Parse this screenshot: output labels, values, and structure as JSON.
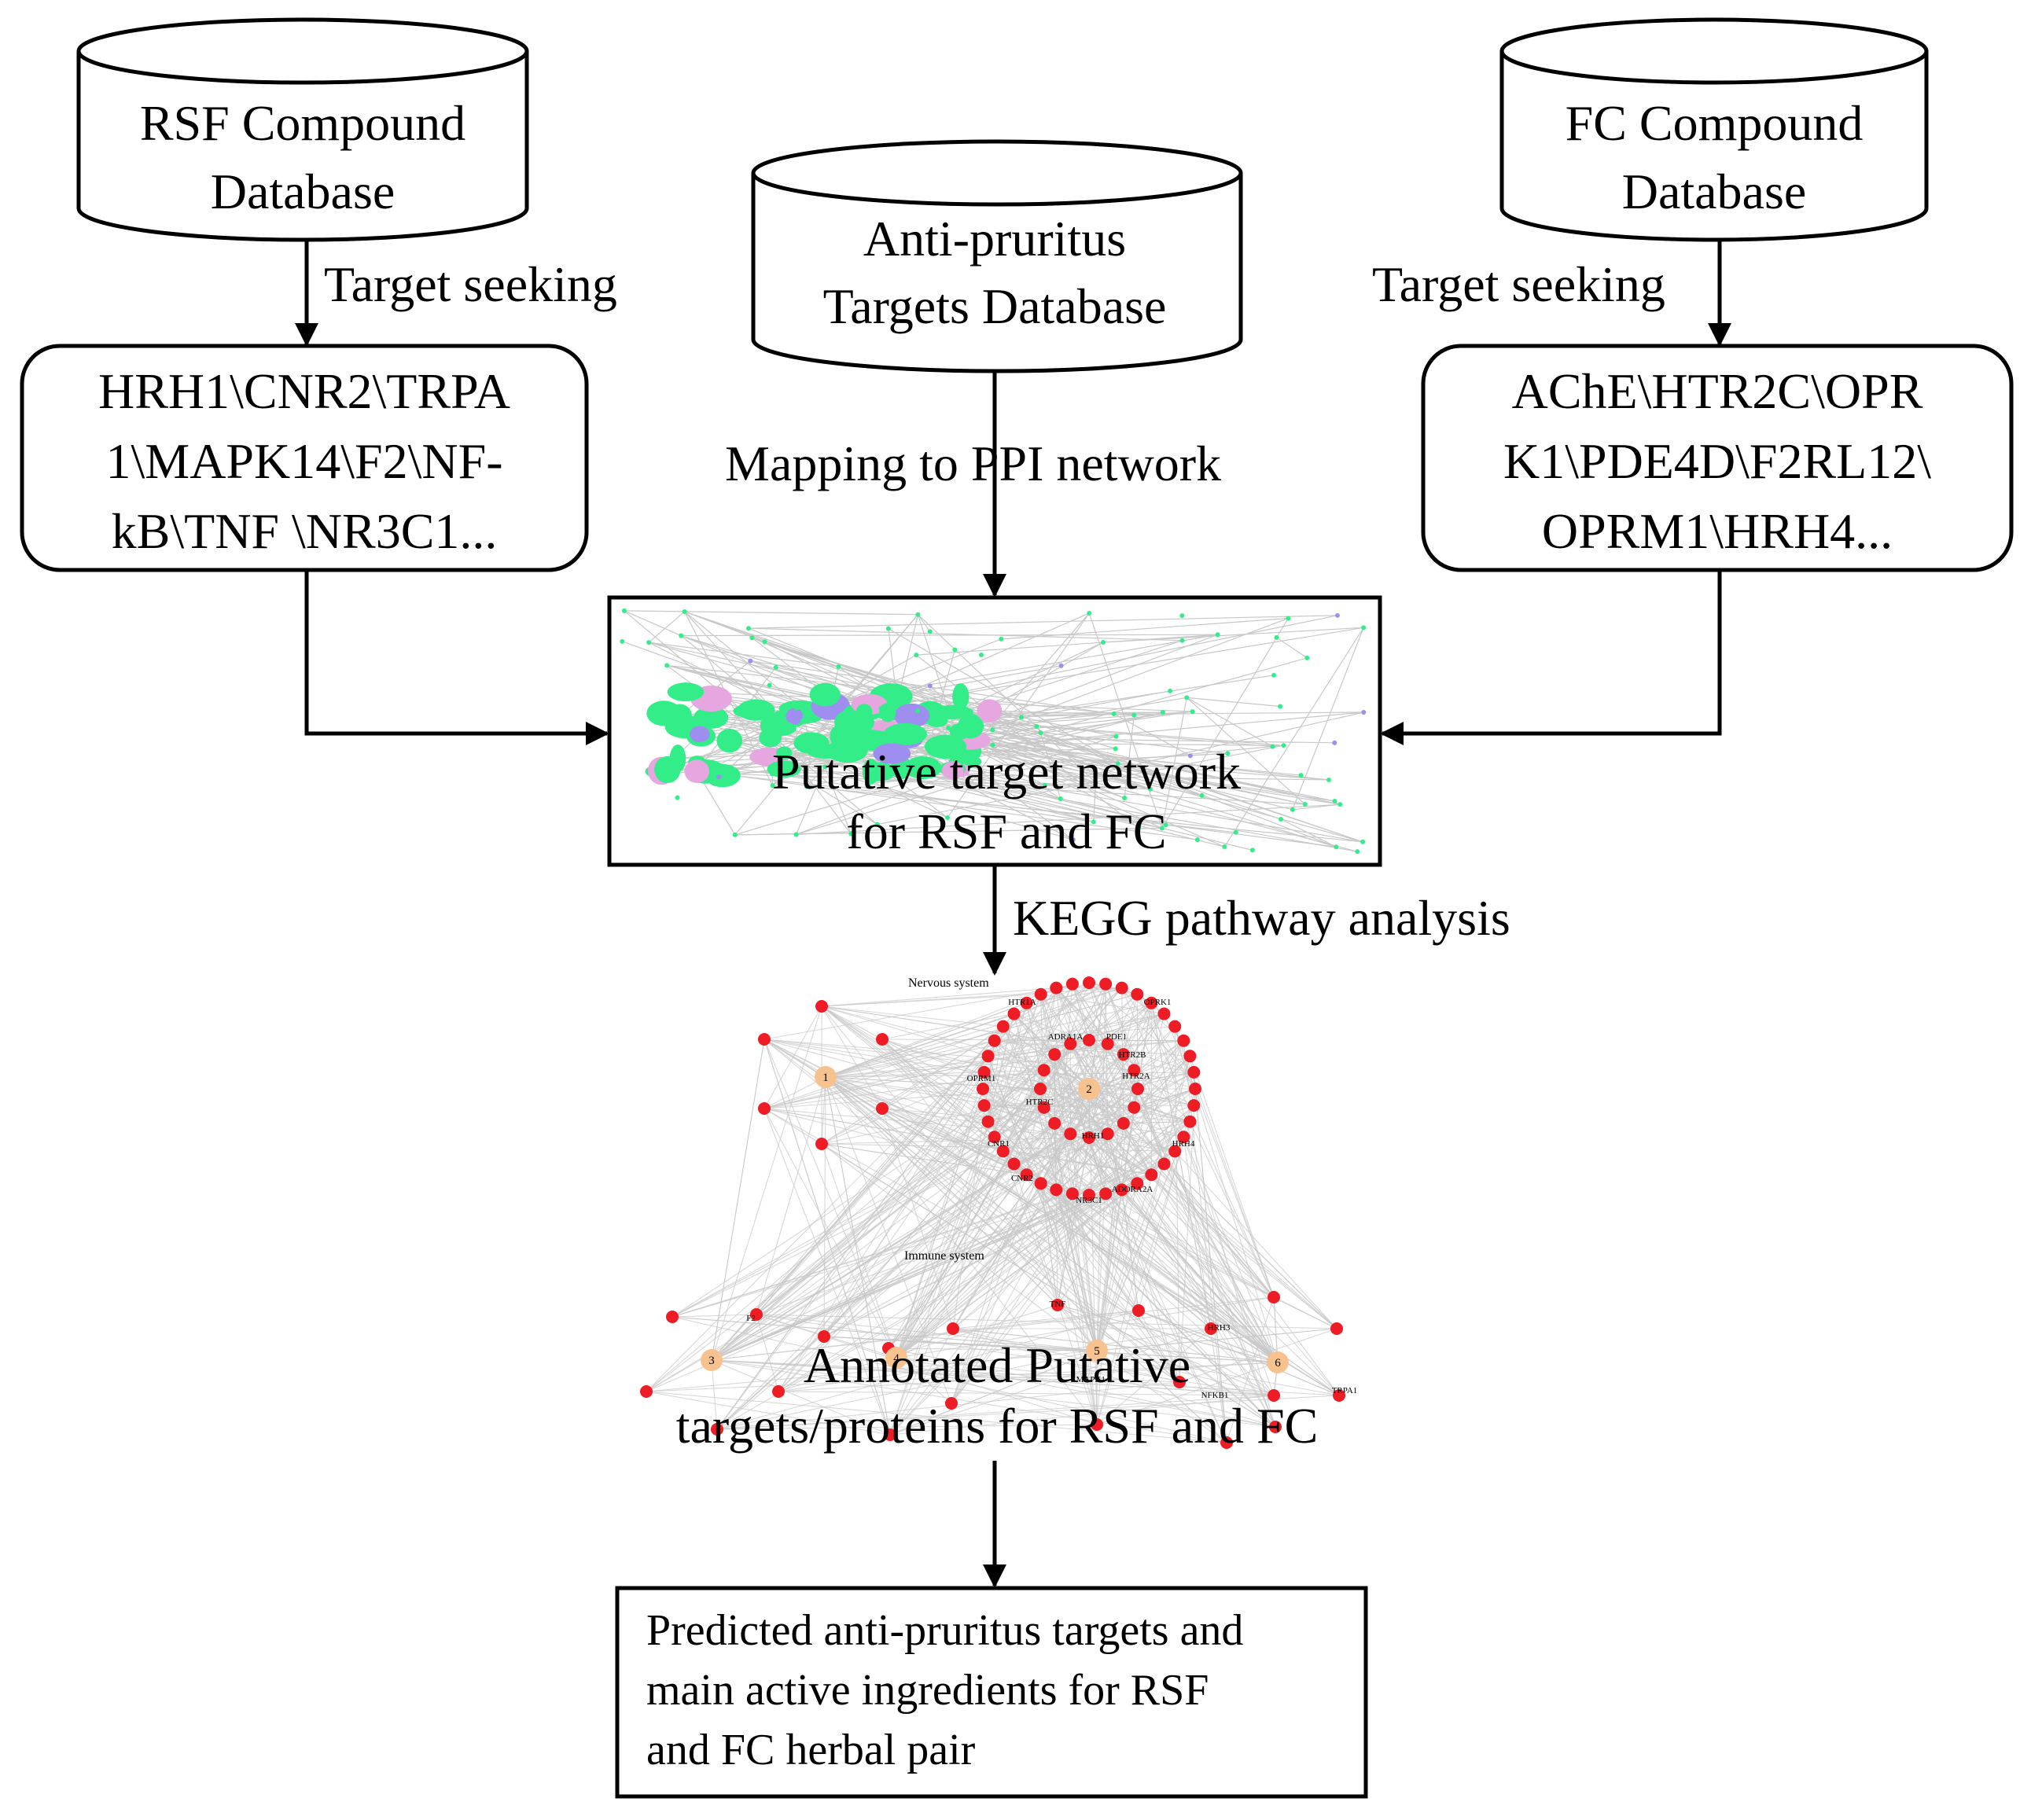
{
  "nodes": {
    "rsf_db": {
      "line1": "RSF Compound",
      "line2": "Database"
    },
    "anti_db": {
      "line1": "Anti-pruritus",
      "line2": "Targets   Database"
    },
    "fc_db": {
      "line1": "FC Compound",
      "line2": "Database"
    },
    "rsf_targets": {
      "line1": "HRH1\\CNR2\\TRPA",
      "line2": "1\\MAPK14\\F2\\NF-",
      "line3": "kB\\TNF \\NR3C1..."
    },
    "fc_targets": {
      "line1": "AChE\\HTR2C\\OPR",
      "line2": "K1\\PDE4D\\F2RL12\\",
      "line3": "OPRM1\\HRH4..."
    },
    "network": {
      "line1": "Putative target network",
      "line2": "for RSF and FC"
    },
    "annotated": {
      "line1": "Annotated Putative",
      "line2": "targets/proteins for RSF and FC"
    },
    "predicted": {
      "line1": "Predicted  anti-pruritus  targets  and",
      "line2": "main   active   ingredients   for   RSF",
      "line3": "and FC herbal pair"
    }
  },
  "edges": {
    "rsf_seek": "Target  seeking",
    "fc_seek": "Target  seeking",
    "ppi": "Mapping  to  PPI network",
    "kegg": "KEGG  pathway  analysis"
  },
  "kegg_network": {
    "group_labels": {
      "nervous": "Nervous system",
      "immune": "Immune system"
    },
    "cluster_ids": [
      "1",
      "2",
      "3",
      "4",
      "5",
      "6"
    ],
    "node_labels": [
      "HTR1A",
      "OPRK1",
      "ADRA1A",
      "PDE1",
      "HTR2B",
      "HTR2A",
      "OPRM1",
      "HTR2C",
      "HRH1",
      "CNR1",
      "HRH4",
      "CNR2",
      "ADORA2A",
      "NR3C1",
      "F2",
      "TNF",
      "HRH3",
      "TRPA1",
      "MAPK14",
      "NFKB1"
    ]
  },
  "colors": {
    "stroke": "#000000",
    "ppi_green": "#33ee88",
    "ppi_pink": "#e6a6e0",
    "ppi_purple": "#9d8ef0",
    "kegg_node": "#ee1c24",
    "kegg_cluster": "#f8c28e",
    "edge_gray": "#c8c8c8"
  }
}
